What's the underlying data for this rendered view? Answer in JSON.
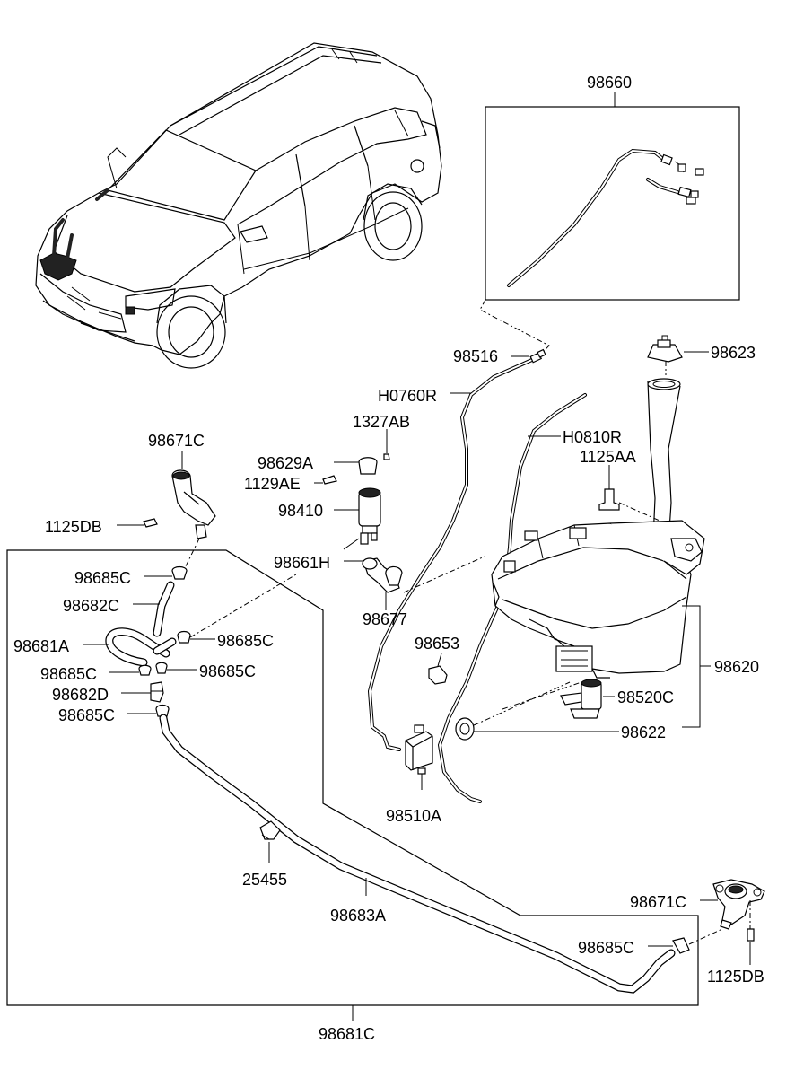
{
  "diagram": {
    "labels": {
      "p98660": "98660",
      "p98516": "98516",
      "p98623": "98623",
      "pH0760R": "H0760R",
      "p1327AB": "1327AB",
      "pH0810R": "H0810R",
      "p98671C_top": "98671C",
      "p98629A": "98629A",
      "p1125AA": "1125AA",
      "p1129AE": "1129AE",
      "p98410": "98410",
      "p1125DB_top": "1125DB",
      "p98661H": "98661H",
      "p98685C_1": "98685C",
      "p98682C": "98682C",
      "p98677": "98677",
      "p98653": "98653",
      "p98681A": "98681A",
      "p98685C_2": "98685C",
      "p98620": "98620",
      "p98685C_3": "98685C",
      "p98685C_4": "98685C",
      "p98682D": "98682D",
      "p98520C": "98520C",
      "p98685C_5": "98685C",
      "p98622": "98622",
      "p98510A": "98510A",
      "p25455": "25455",
      "p98683A": "98683A",
      "p98671C_bottom": "98671C",
      "p98685C_6": "98685C",
      "p1125DB_bottom": "1125DB",
      "p98681C": "98681C"
    }
  }
}
